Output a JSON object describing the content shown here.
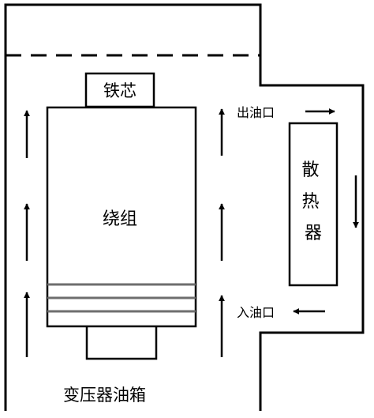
{
  "labels": {
    "core": "铁芯",
    "winding": "绕组",
    "radiator": "散热器",
    "outlet": "出油口",
    "inlet": "入油口",
    "tank": "变压器油箱"
  },
  "colors": {
    "line": "#000000",
    "winding_bands": "#6e6e6e",
    "background": "#ffffff"
  },
  "flow": {
    "left_channel": "up",
    "right_channel": "up",
    "outlet_arrow": "right",
    "radiator_flow": "down",
    "inlet_arrow": "left"
  }
}
